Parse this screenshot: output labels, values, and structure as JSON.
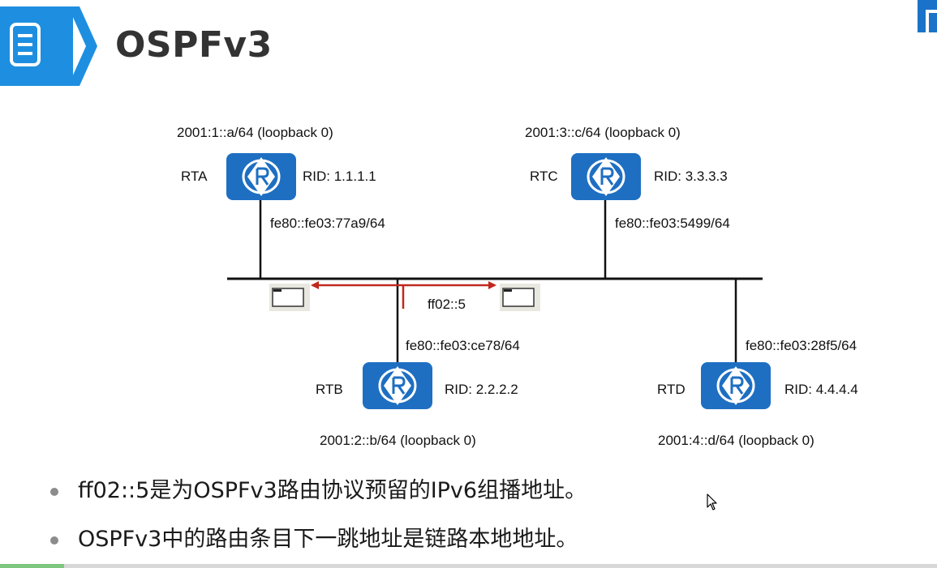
{
  "slide": {
    "title": "OSPFv3",
    "accent_color": "#1e8fe0",
    "header_icon": "document-icon"
  },
  "diagram": {
    "router_icon": "router-icon",
    "router_color": "#1e6fc2",
    "segment_line_color": "#111111",
    "arrow_color": "#c0281e",
    "multicast_label": "ff02::5",
    "routers": [
      {
        "id": "rta",
        "name": "RTA",
        "rid": "RID: 1.1.1.1",
        "loopback": "2001:1::a/64 (loopback 0)",
        "link_local": "fe80::fe03:77a9/64"
      },
      {
        "id": "rtc",
        "name": "RTC",
        "rid": "RID: 3.3.3.3",
        "loopback": "2001:3::c/64 (loopback 0)",
        "link_local": "fe80::fe03:5499/64"
      },
      {
        "id": "rtb",
        "name": "RTB",
        "rid": "RID: 2.2.2.2",
        "loopback": "2001:2::b/64 (loopback 0)",
        "link_local": "fe80::fe03:ce78/64"
      },
      {
        "id": "rtd",
        "name": "RTD",
        "rid": "RID: 4.4.4.4",
        "loopback": "2001:4::d/64 (loopback 0)",
        "link_local": "fe80::fe03:28f5/64"
      }
    ]
  },
  "bullets": [
    "ff02::5是为OSPFv3路由协议预留的IPv6组播地址。",
    "OSPFv3中的路由条目下一跳地址是链路本地地址。"
  ],
  "bottom_progress": 0.068
}
